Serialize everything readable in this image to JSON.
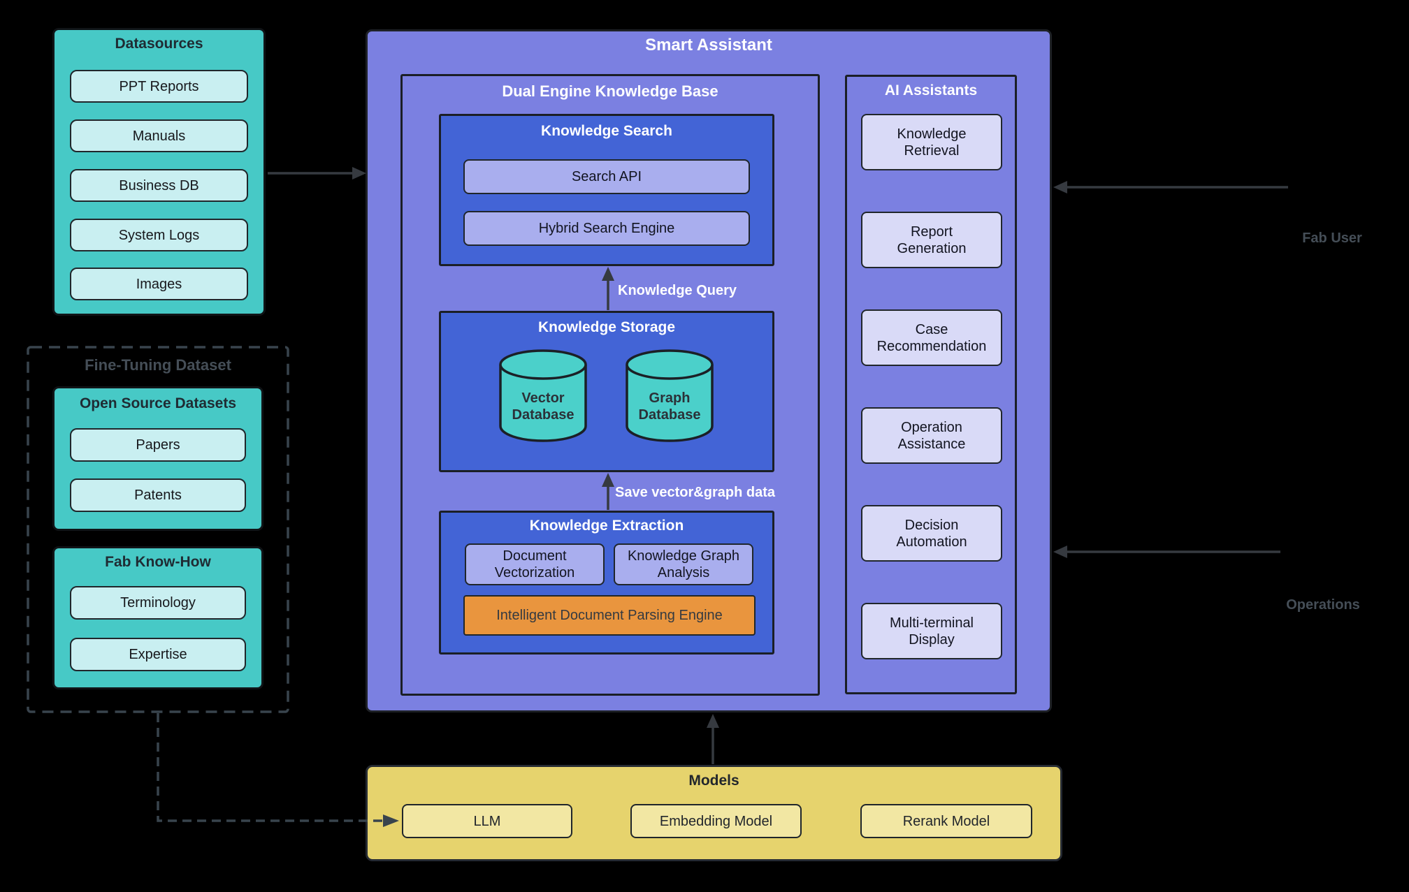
{
  "colors": {
    "background": "#000000",
    "teal": "#47c9c6",
    "teal_item": "#c9eff1",
    "purple": "#7b80e1",
    "panel_blue": "#4364d6",
    "lavender": "#a9aeee",
    "lavender_light": "#d9daf7",
    "cylinder_teal": "#4bd0ca",
    "orange": "#e9953e",
    "yellow": "#e6d36d",
    "yellow_item": "#f2e7a3",
    "arrow": "#363a40",
    "dashed_line": "#39444d",
    "dim_label": "#454e57"
  },
  "datasources": {
    "title": "Datasources",
    "items": [
      "PPT Reports",
      "Manuals",
      "Business DB",
      "System Logs",
      "Images"
    ]
  },
  "fine_tuning": {
    "title": "Fine-Tuning Dataset",
    "open_source": {
      "title": "Open Source Datasets",
      "items": [
        "Papers",
        "Patents"
      ]
    },
    "fab_know_how": {
      "title": "Fab Know-How",
      "items": [
        "Terminology",
        "Expertise"
      ]
    }
  },
  "smart_assistant": {
    "title": "Smart Assistant",
    "dual_engine": {
      "title": "Dual Engine Knowledge Base",
      "knowledge_search": {
        "title": "Knowledge Search",
        "items": [
          "Search API",
          "Hybrid Search Engine"
        ]
      },
      "knowledge_storage": {
        "title": "Knowledge Storage",
        "databases": [
          "Vector Database",
          "Graph Database"
        ]
      },
      "knowledge_extraction": {
        "title": "Knowledge Extraction",
        "items": [
          "Document Vectorization",
          "Knowledge Graph Analysis"
        ],
        "engine": "Intelligent Document Parsing Engine"
      }
    },
    "ai_assistants": {
      "title": "AI Assistants",
      "items": [
        "Knowledge Retrieval",
        "Report Generation",
        "Case Recommendation",
        "Operation Assistance",
        "Decision Automation",
        "Multi-terminal Display"
      ]
    }
  },
  "models": {
    "title": "Models",
    "items": [
      "LLM",
      "Embedding Model",
      "Rerank Model"
    ]
  },
  "flow_labels": {
    "knowledge_query": "Knowledge Query",
    "save_data": "Save vector&graph data"
  },
  "external_labels": {
    "fab_user": "Fab User",
    "operations": "Operations"
  }
}
